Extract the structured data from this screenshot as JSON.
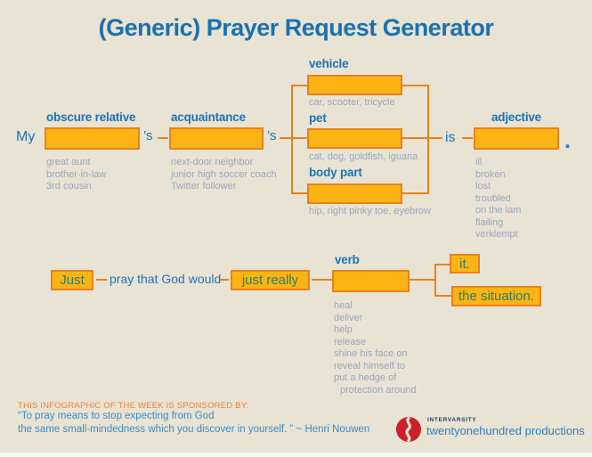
{
  "title": "(Generic) Prayer Request Generator",
  "palette": {
    "background": "#e9e3d4",
    "box_fill": "#fcb415",
    "box_border": "#e8811d",
    "label_blue": "#1d74b5",
    "title_blue": "#1c70ae",
    "example_gray": "#99a7bc",
    "box_text_green": "#2e7d64",
    "sponsor_orange": "#e8823b",
    "quote_blue": "#3b8cc4",
    "logo_red": "#cb2128"
  },
  "sentence1": {
    "prefix": "My",
    "possessive1": "’s",
    "possessive2": "’s",
    "slot1": {
      "label": "obscure relative",
      "examples": [
        "great aunt",
        "brother-in-law",
        "3rd cousin"
      ]
    },
    "slot2": {
      "label": "acquaintance",
      "examples": [
        "next-door neighbor",
        "junior high soccer coach",
        "Twitter follower"
      ]
    },
    "options": [
      {
        "label": "vehicle",
        "examples": "car, scooter, tricycle"
      },
      {
        "label": "pet",
        "examples": "cat, dog, goldfish, iguana"
      },
      {
        "label": "body part",
        "examples": "hip, right pinky toe, eyebrow"
      }
    ],
    "verb_is": "is",
    "slot3": {
      "label": "adjective",
      "examples": [
        "ill",
        "broken",
        "lost",
        "troubled",
        "on the lam",
        "flailing",
        "verklempt"
      ]
    },
    "period": "."
  },
  "sentence2": {
    "box1": "Just",
    "connector": "pray that God would",
    "box2": "just really",
    "verb_slot": {
      "label": "verb",
      "examples": [
        "heal",
        "deliver",
        "help",
        "release",
        "shine his face on",
        "reveal himself to",
        "put a hedge of",
        "protection around"
      ]
    },
    "ending1": "it.",
    "ending2": "the situation."
  },
  "footer": {
    "sponsor": "THIS INFOGRAPHIC OF THE WEEK IS SPONSORED BY:",
    "quote_line1": "“To pray means to stop expecting from God",
    "quote_line2": "the same small-mindedness which you discover in yourself. ” ~ Henri Nouwen",
    "logo_brand": "INTERVARSITY",
    "logo_name": "twentyonehundred productions"
  }
}
